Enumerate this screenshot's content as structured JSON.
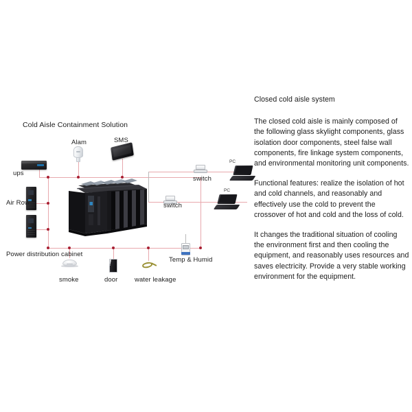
{
  "diagram": {
    "title": "Cold Aisle Containment Solution",
    "nodes": {
      "ups": "ups",
      "air_row": "Air Row",
      "power_cabinet": "Power distribution cabinet",
      "alarm": "Alam",
      "sms": "SMS",
      "smoke": "smoke",
      "door": "door",
      "water_leakage": "water leakage",
      "temp_humid": "Temp & Humid",
      "switch_top": "switch",
      "switch_bottom": "switch",
      "pc_top": "PC",
      "pc_bottom": "PC"
    },
    "colors": {
      "line": "#e8a8ad",
      "line_gray": "#b9b9b9",
      "junction_dot": "#a81f32",
      "rack_body": "#1a1a1d",
      "accent_blue": "#2e7fb5"
    }
  },
  "text_panel": {
    "heading": "Closed cold aisle system",
    "paragraphs": [
      "The closed cold aisle is mainly composed of the following glass skylight components, glass isolation door components, steel false wall components, fire linkage system components, and environmental monitoring unit components.",
      "Functional features: realize the isolation of hot and cold channels, and reasonably and effectively use the cold to prevent the crossover of hot and cold and the loss of cold.",
      "It changes the traditional situation of cooling the environment first and then cooling the equipment, and reasonably uses resources and saves electricity. Provide a very stable working environment for the equipment."
    ]
  }
}
